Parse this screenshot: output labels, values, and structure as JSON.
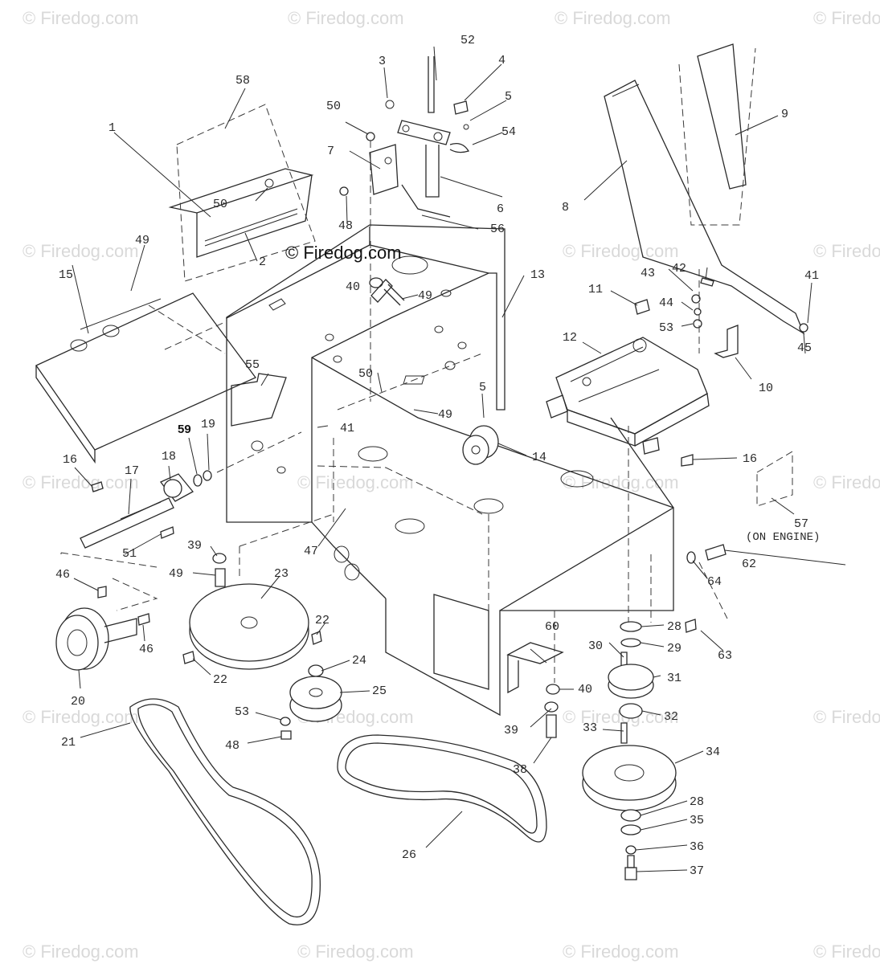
{
  "watermark_text": "© Firedog.com",
  "center_watermark": "© Firedog.com",
  "engine_note": "(ON ENGINE)",
  "callouts": [
    "1",
    "2",
    "3",
    "4",
    "5",
    "6",
    "7",
    "8",
    "9",
    "10",
    "11",
    "12",
    "13",
    "14",
    "15",
    "16",
    "17",
    "18",
    "19",
    "20",
    "21",
    "22",
    "23",
    "24",
    "25",
    "26",
    "28",
    "29",
    "30",
    "31",
    "32",
    "33",
    "34",
    "35",
    "36",
    "37",
    "38",
    "39",
    "40",
    "41",
    "42",
    "43",
    "44",
    "45",
    "46",
    "47",
    "48",
    "49",
    "50",
    "51",
    "52",
    "53",
    "54",
    "55",
    "56",
    "57",
    "58",
    "59",
    "60",
    "62",
    "63",
    "64"
  ],
  "labels": {
    "n1": "1",
    "n2": "2",
    "n3": "3",
    "n4": "4",
    "n5a": "5",
    "n5b": "5",
    "n6": "6",
    "n7": "7",
    "n8": "8",
    "n9": "9",
    "n10": "10",
    "n11": "11",
    "n12": "12",
    "n13": "13",
    "n14": "14",
    "n15": "15",
    "n16a": "16",
    "n16b": "16",
    "n17": "17",
    "n18": "18",
    "n19": "19",
    "n20": "20",
    "n21": "21",
    "n22a": "22",
    "n22b": "22",
    "n23": "23",
    "n24": "24",
    "n25": "25",
    "n26": "26",
    "n28a": "28",
    "n28b": "28",
    "n29": "29",
    "n30": "30",
    "n31": "31",
    "n32": "32",
    "n33": "33",
    "n34": "34",
    "n35": "35",
    "n36": "36",
    "n37": "37",
    "n38": "38",
    "n39a": "39",
    "n39b": "39",
    "n40a": "40",
    "n40b": "40",
    "n41a": "41",
    "n41b": "41",
    "n42": "42",
    "n43": "43",
    "n44": "44",
    "n45": "45",
    "n46a": "46",
    "n46b": "46",
    "n47": "47",
    "n48a": "48",
    "n48b": "48",
    "n49a": "49",
    "n49b": "49",
    "n49c": "49",
    "n49d": "49",
    "n50a": "50",
    "n50b": "50",
    "n50c": "50",
    "n51": "51",
    "n52": "52",
    "n53a": "53",
    "n53b": "53",
    "n54": "54",
    "n55": "55",
    "n56": "56",
    "n57": "57",
    "n58": "58",
    "n59": "59",
    "n60": "60",
    "n62": "62",
    "n63": "63",
    "n64": "64"
  }
}
